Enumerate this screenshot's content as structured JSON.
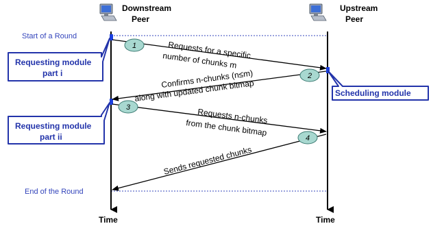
{
  "peers": {
    "downstream": {
      "line1": "Downstream",
      "line2": "Peer",
      "icon": "computer-icon"
    },
    "upstream": {
      "line1": "Upstream",
      "line2": "Peer",
      "icon": "computer-icon"
    }
  },
  "round": {
    "start": "Start of a Round",
    "end": "End of the Round"
  },
  "time_label": "Time",
  "messages": [
    {
      "step": "1",
      "line1": "Requests for a specific",
      "line2": "number of chunks m"
    },
    {
      "step": "2",
      "line1": "Confirms n-chunks (n≤m)",
      "line2": "along with updated chunk bitmap"
    },
    {
      "step": "3",
      "line1": "Requests n-chunks",
      "line2": "from the chunk bitmap"
    },
    {
      "step": "4",
      "line1": "Sends requested chunks",
      "line2": ""
    }
  ],
  "modules": {
    "requesting_i": {
      "line1": "Requesting module",
      "line2": "part i"
    },
    "scheduling": {
      "line1": "Scheduling module"
    },
    "requesting_ii": {
      "line1": "Requesting module",
      "line2": "part ii"
    }
  },
  "colors": {
    "accent": "#2233aa",
    "box_fill": "#ffffff",
    "step_circle": "#a8d8d0",
    "marker": "#1a3fe0"
  }
}
